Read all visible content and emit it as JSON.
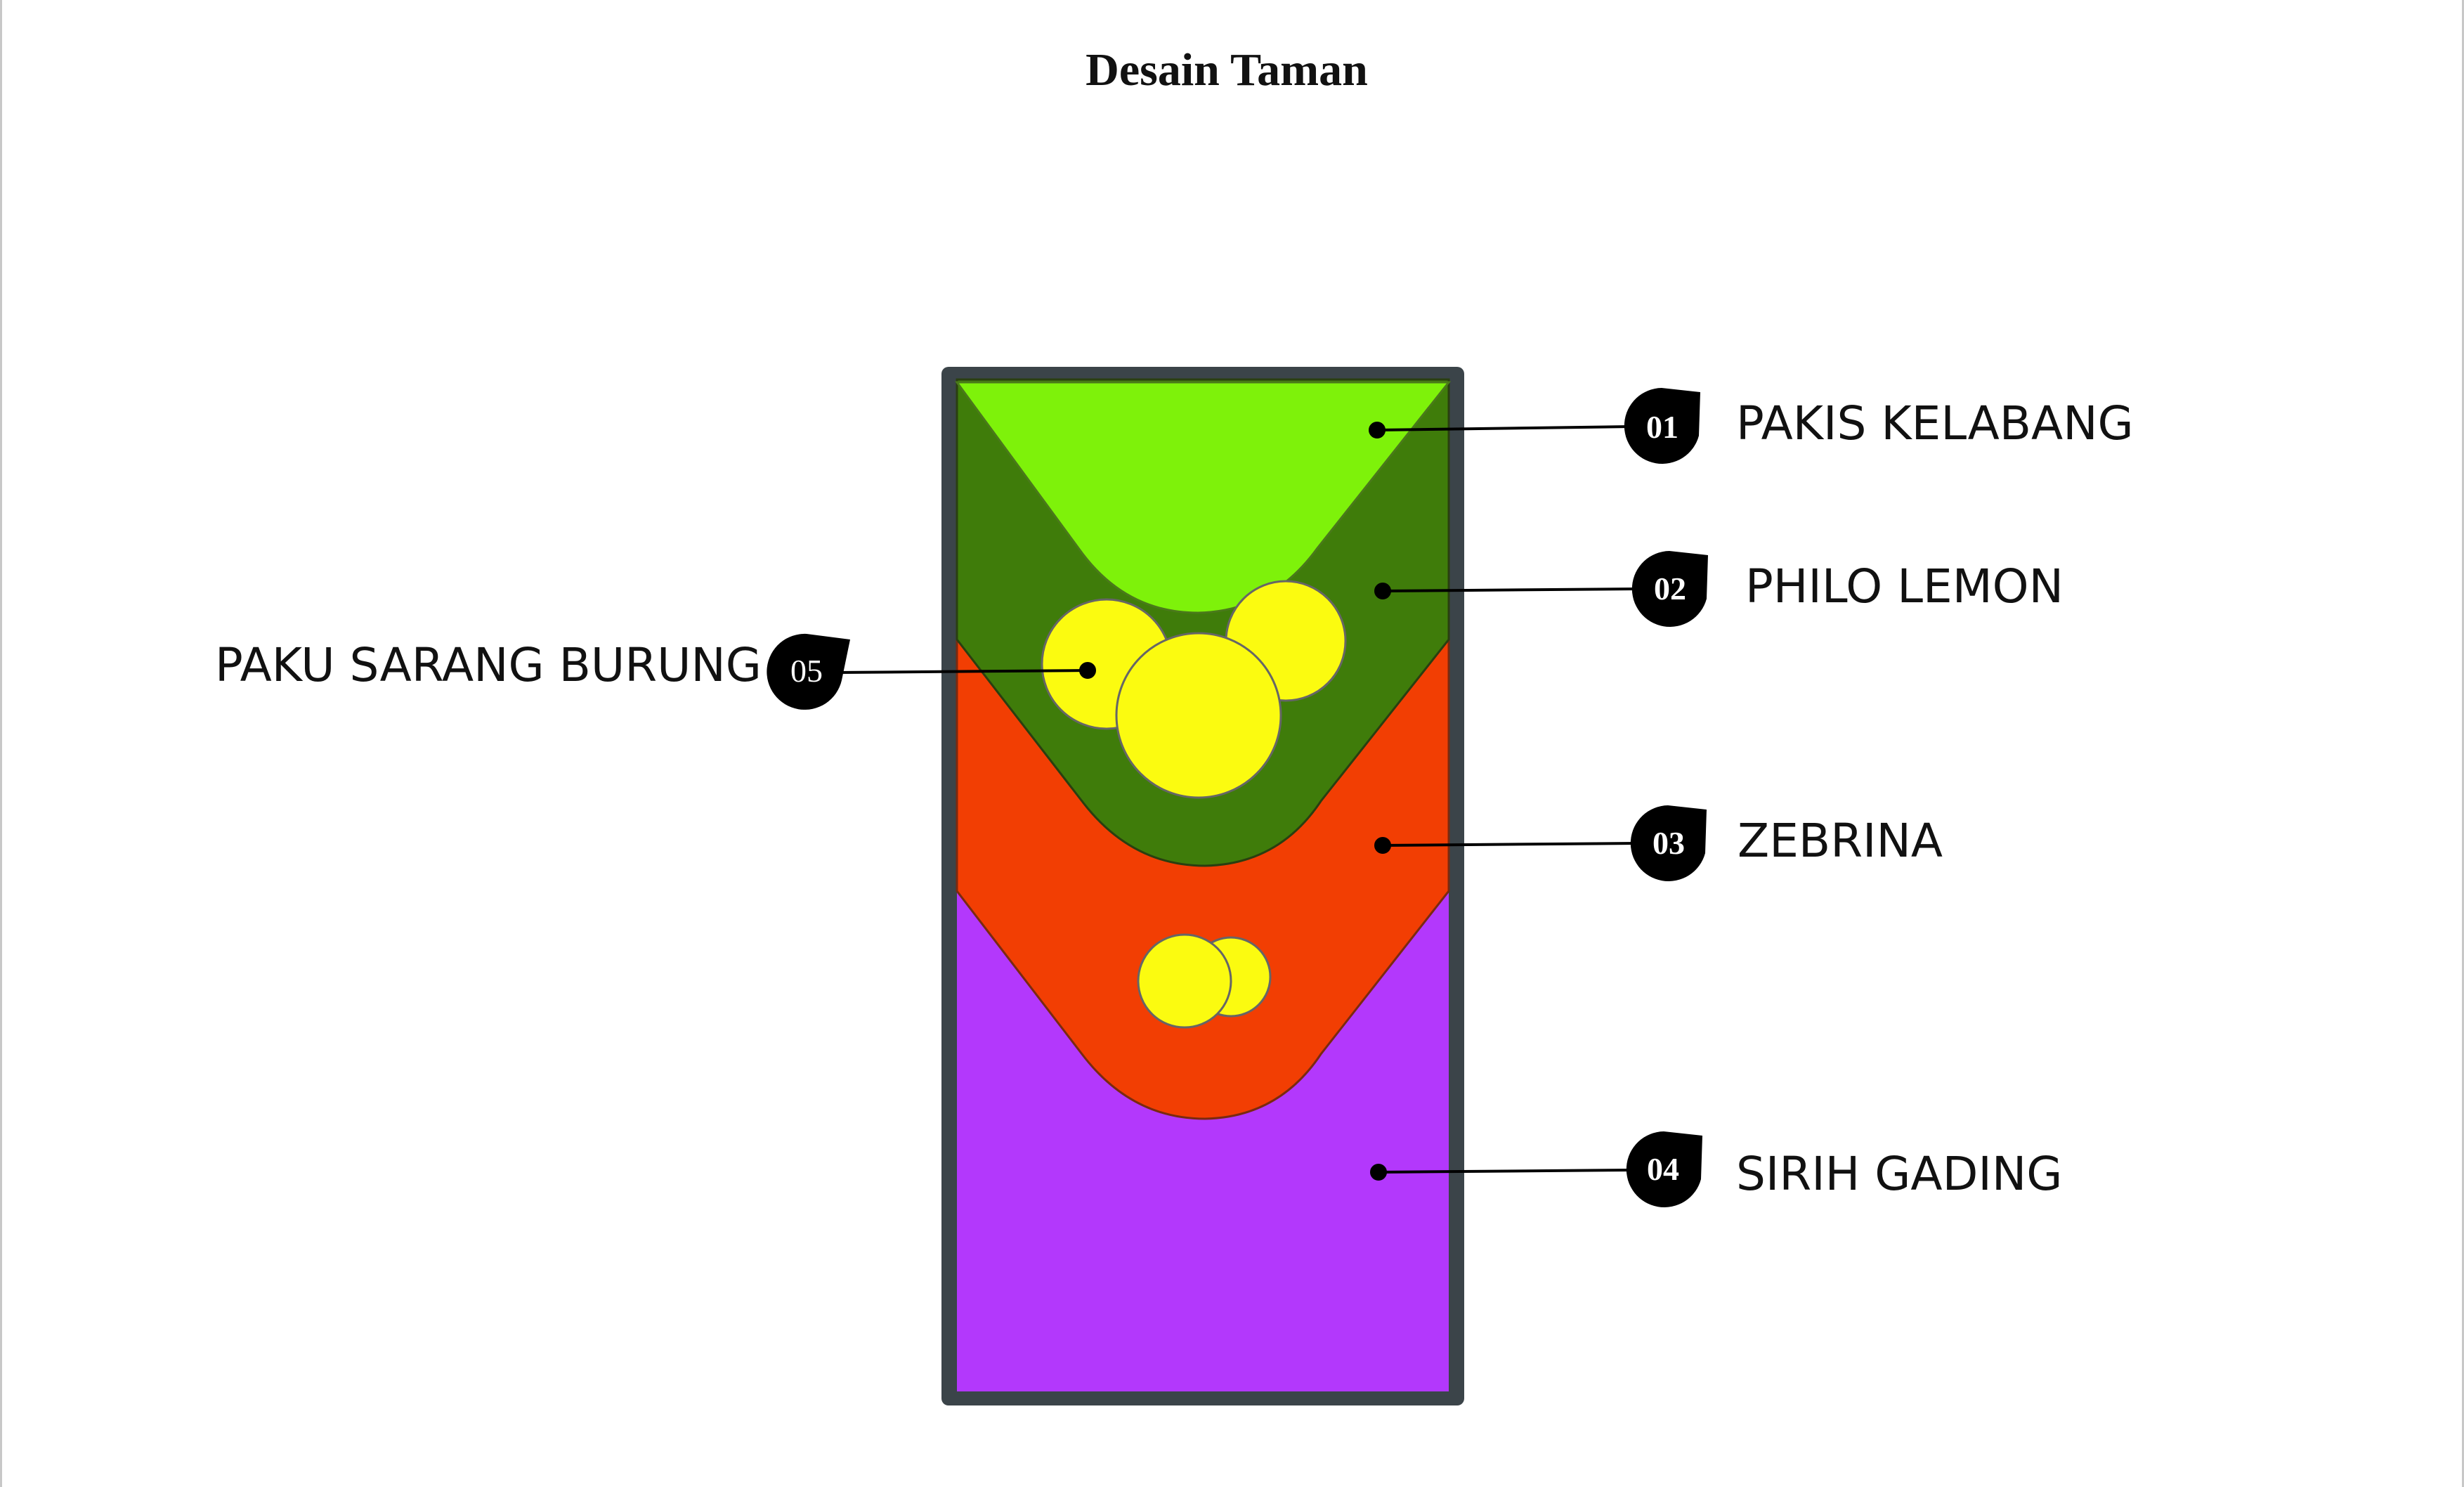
{
  "title": "Desain Taman",
  "legend": [
    {
      "number": "01",
      "name": "PAKIS KELABANG",
      "color": "#7ef20a"
    },
    {
      "number": "02",
      "name": "PHILO LEMON",
      "color": "#3f7c0a"
    },
    {
      "number": "03",
      "name": "ZEBRINA",
      "color": "#f23e03"
    },
    {
      "number": "04",
      "name": "SIRIH GADING",
      "color": "#b338fc"
    },
    {
      "number": "05",
      "name": "PAKU SARANG BURUNG",
      "color": "#fbfb10"
    }
  ],
  "colors": {
    "frame": "#3b4449",
    "badge": "#000000",
    "outline": "#444444"
  }
}
